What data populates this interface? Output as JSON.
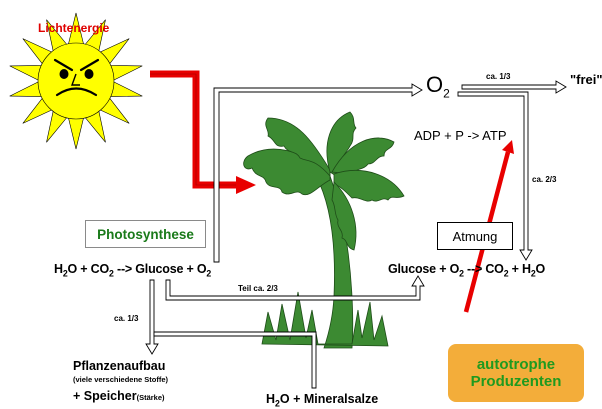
{
  "colors": {
    "sun_yellow": "#ffff00",
    "sun_outline": "#000000",
    "sun_label": "#e00000",
    "plant_green": "#3c8a32",
    "light_arrow": "#e80000",
    "photo_label": "#1a7a1a",
    "producer_green": "#1f9a1f",
    "producer_box": "#f3ad3a",
    "arrow_fill": "#ffffff"
  },
  "sun": {
    "label": "Lichtenergie"
  },
  "o2": {
    "symbol": "O",
    "subscript": "2"
  },
  "flows": {
    "ratio_free": "ca. 1/3",
    "free_label": "\"frei\"",
    "ratio_resp": "ca. 2/3",
    "part_label": "Teil ca. 2/3",
    "ratio_build": "ca. 1/3"
  },
  "atp": {
    "equation": "ADP + P -> ATP"
  },
  "photosynthesis": {
    "label": "Photosynthese",
    "eq_h": "H",
    "eq_2": "2",
    "eq_rest": "O + CO",
    "eq_2b": "2",
    "eq_tail": " --> Glucose + O",
    "eq_2c": "2"
  },
  "respiration": {
    "label": "Atmung",
    "eq_head": "Glucose + O",
    "eq_2a": "2",
    "eq_mid": " --> CO",
    "eq_2b": "2",
    "eq_plus": " + H",
    "eq_2c": "2",
    "eq_tail": "O"
  },
  "growth": {
    "label": "Pflanzenaufbau",
    "sub_label": "(viele verschiedene Stoffe)",
    "storage_label": "+ Speicher",
    "storage_sub": "(Stärke)"
  },
  "minerals": {
    "h": "H",
    "two": "2",
    "rest": "O + Mineralsalze"
  },
  "producers": {
    "line1": "autotrophe",
    "line2": "Produzenten"
  }
}
